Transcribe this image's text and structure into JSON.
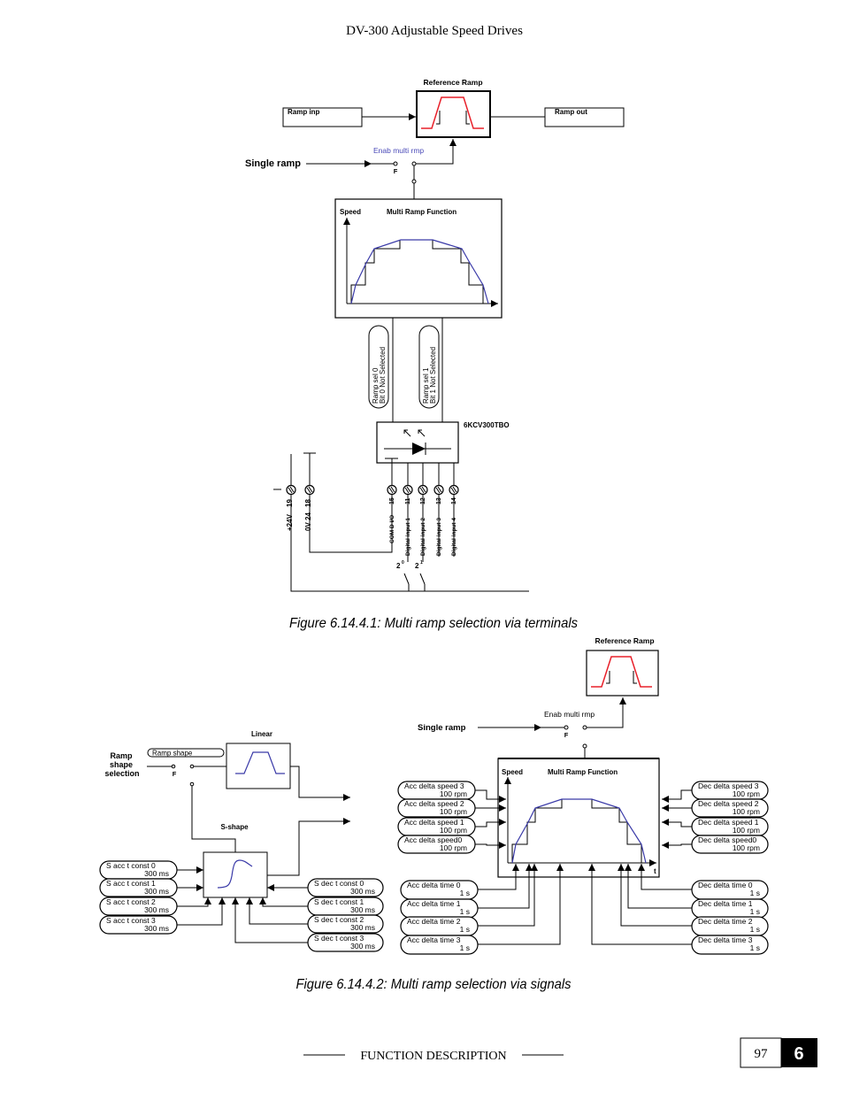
{
  "header": {
    "title": "DV-300 Adjustable Speed Drives"
  },
  "fig1": {
    "reference_ramp": "Reference Ramp",
    "ramp_inp": "Ramp inp",
    "ramp_out": "Ramp out",
    "enab_multi_rmp": "Enab multi rmp",
    "single_ramp": "Single ramp",
    "switch_f": "F",
    "speed": "Speed",
    "multi_ramp_function": "Multi Ramp Function",
    "ramp_sel0": {
      "line1": "Ramp sel 0",
      "line2": "Bit 0 Not Selected"
    },
    "ramp_sel1": {
      "line1": "Ramp sel 1",
      "line2": "Bit 1 Not Selected"
    },
    "module": "6KCV300TBO",
    "terminals": [
      {
        "label": "+24V",
        "number": "19"
      },
      {
        "label": "0V 24",
        "number": "18"
      },
      {
        "label": "COM D I/O",
        "number": "15"
      },
      {
        "label": "Digital input  1",
        "number": "11"
      },
      {
        "label": "Digital input  2",
        "number": "12"
      },
      {
        "label": "Digital input  3",
        "number": "13"
      },
      {
        "label": "Digital input  4",
        "number": "14"
      }
    ],
    "bit0": "2",
    "bit0_exp": "0",
    "bit1": "2",
    "bit1_exp": "1",
    "caption": "Figure 6.14.4.1: Multi ramp selection via terminals"
  },
  "fig2": {
    "reference_ramp": "Reference Ramp",
    "enab_multi_rmp": "Enab multi rmp",
    "single_ramp": "Single ramp",
    "switch_f": "F",
    "speed": "Speed",
    "multi_ramp_function": "Multi Ramp Function",
    "t_axis": "t",
    "linear": "Linear",
    "s_shape": "S-shape",
    "ramp_shape": "Ramp shape",
    "ramp_shape_selection": [
      "Ramp",
      "shape",
      "selection"
    ],
    "switch_f2": "F",
    "acc_speed": [
      {
        "name": "Acc delta speed 3",
        "value": "100  rpm"
      },
      {
        "name": "Acc delta speed 2",
        "value": "100  rpm"
      },
      {
        "name": "Acc delta speed 1",
        "value": "100  rpm"
      },
      {
        "name": "Acc delta speed0",
        "value": "100  rpm"
      }
    ],
    "dec_speed": [
      {
        "name": "Dec delta speed 3",
        "value": "100  rpm"
      },
      {
        "name": "Dec delta speed 2",
        "value": "100  rpm"
      },
      {
        "name": "Dec delta speed 1",
        "value": "100  rpm"
      },
      {
        "name": "Dec delta speed0",
        "value": "100  rpm"
      }
    ],
    "acc_time": [
      {
        "name": "Acc delta time 0",
        "value": "1  s"
      },
      {
        "name": "Acc delta time 1",
        "value": "1  s"
      },
      {
        "name": "Acc delta time 2",
        "value": "1  s"
      },
      {
        "name": "Acc delta time 3",
        "value": "1  s"
      }
    ],
    "dec_time": [
      {
        "name": "Dec delta time 0",
        "value": "1  s"
      },
      {
        "name": "Dec delta time 1",
        "value": "1  s"
      },
      {
        "name": "Dec delta time 2",
        "value": "1  s"
      },
      {
        "name": "Dec delta time 3",
        "value": "1  s"
      }
    ],
    "s_acc": [
      {
        "name": "S acc t const 0",
        "value": "300  ms"
      },
      {
        "name": "S acc t const 1",
        "value": "300  ms"
      },
      {
        "name": "S acc t const 2",
        "value": "300  ms"
      },
      {
        "name": "S acc t const 3",
        "value": "300  ms"
      }
    ],
    "s_dec": [
      {
        "name": "S dec t const 0",
        "value": "300  ms"
      },
      {
        "name": "S dec t const 1",
        "value": "300  ms"
      },
      {
        "name": "S dec t const 2",
        "value": "300  ms"
      },
      {
        "name": "S dec t const 3",
        "value": "300  ms"
      }
    ],
    "caption": "Figure 6.14.4.2: Multi ramp selection via signals"
  },
  "footer": {
    "section": "FUNCTION DESCRIPTION",
    "page": "97",
    "chapter": "6"
  },
  "colors": {
    "ramp_red": "#e8202a",
    "curve_blue": "#3a3aa8",
    "label_blue": "#4a4ab8"
  }
}
